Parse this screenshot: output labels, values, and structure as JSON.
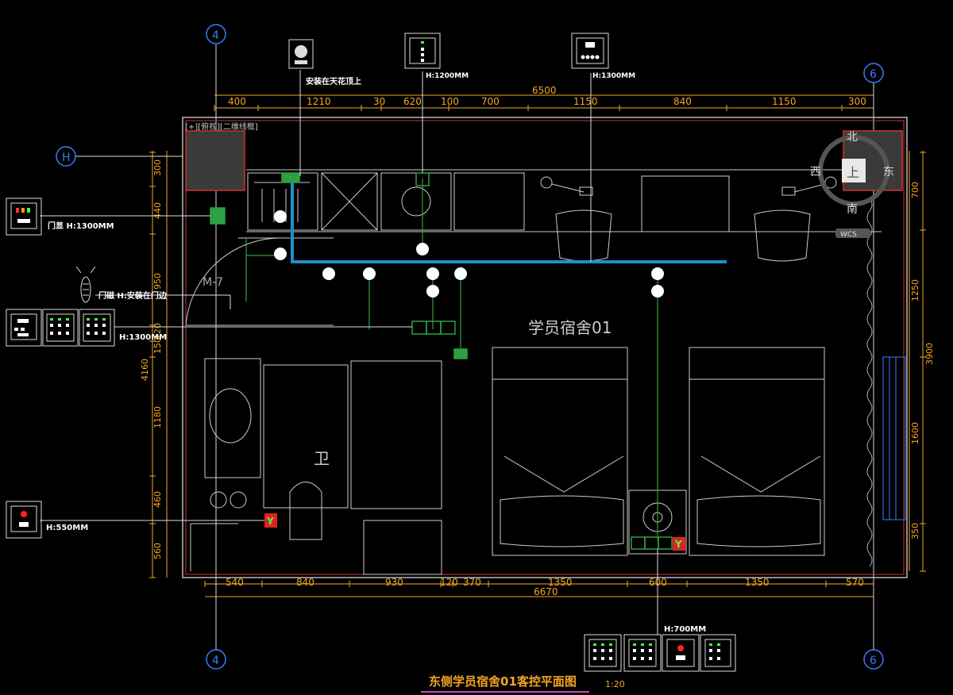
{
  "drawing": {
    "title": "东侧学员宿舍01客控平面图",
    "scale": "1:20",
    "room_label": "学员宿舍01",
    "bath_label": "卫",
    "door_label": "M-7",
    "viewport_label": "[+][俯视][二维线框]"
  },
  "grid_markers": {
    "g4_top": "4",
    "g4_bottom": "4",
    "g6_top": "6",
    "g6_bottom": "6",
    "gH": "H"
  },
  "compass": {
    "north": "北",
    "south": "南",
    "east": "东",
    "west": "西",
    "center": "上",
    "wcs": "WCS"
  },
  "dimensions": {
    "top_total": "6500",
    "top": [
      "400",
      "1210",
      "30",
      "620",
      "100",
      "700",
      "1150",
      "840",
      "1150",
      "300"
    ],
    "bottom_total": "6670",
    "bottom": [
      "540",
      "840",
      "930",
      "120",
      "370",
      "1350",
      "600",
      "1350",
      "570"
    ],
    "left_total": "4160",
    "left": [
      "300",
      "440",
      "950",
      "120",
      "150",
      "1180",
      "460",
      "560"
    ],
    "right_total": "3900",
    "right": [
      "700",
      "1250",
      "1600",
      "350"
    ]
  },
  "annotations": {
    "ceiling_sensor": "安装在天花顶上",
    "switch_top_mid": "H:1200MM",
    "thermostat": "H:1300MM",
    "doorbell": "门显  H:1300MM",
    "door_magnet": "门磁  H:安装在门边",
    "switch_left": "H:1300MM",
    "emergency_left": "H:550MM",
    "bedside": "H:700MM"
  },
  "socket_label": "Y"
}
